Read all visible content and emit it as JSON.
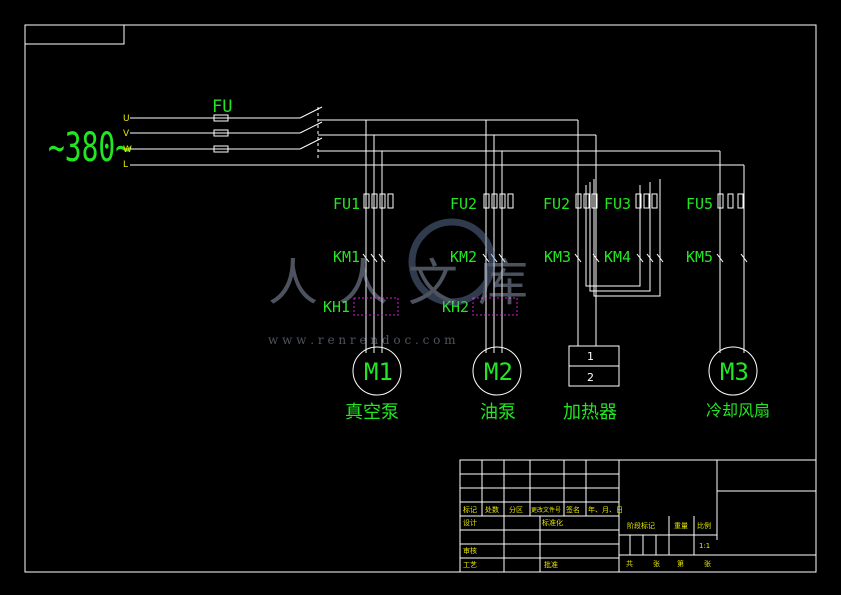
{
  "supply": {
    "voltage": "~380~",
    "phases": [
      "U",
      "V",
      "W",
      "L"
    ],
    "main_fuse": "FU"
  },
  "branches": {
    "b1": {
      "fuse": "FU1",
      "contactor": "KM1",
      "relay": "KH1",
      "motor": "M1",
      "name": "真空泵"
    },
    "b2": {
      "fuse": "FU2",
      "contactor": "KM2",
      "relay": "KH2",
      "motor": "M2",
      "name": "油泵"
    },
    "b3": {
      "fuse": "FU2",
      "contactor": "KM3",
      "name": "加热器",
      "heater_terms": [
        "1",
        "2"
      ]
    },
    "b4": {
      "fuse": "FU3",
      "contactor": "KM4"
    },
    "b5": {
      "fuse": "FU5",
      "contactor": "KM5",
      "motor": "M3",
      "name": "冷却风扇"
    }
  },
  "watermark": {
    "logo": "人人文库",
    "url": "w w w . r e n r e n d o c . c o m"
  },
  "title_block": {
    "row1": [
      "标记",
      "处数",
      "分区",
      "更改文件号",
      "签名",
      "年、月、日"
    ],
    "designer": "设计",
    "standard": "标准化",
    "stage": "阶段标记",
    "weight": "重量",
    "ratio": "比例",
    "checker": "审核",
    "process": "工艺",
    "approve": "批准",
    "scale_val": "1:1",
    "sheets": [
      "共",
      "张",
      "第",
      "张"
    ]
  }
}
